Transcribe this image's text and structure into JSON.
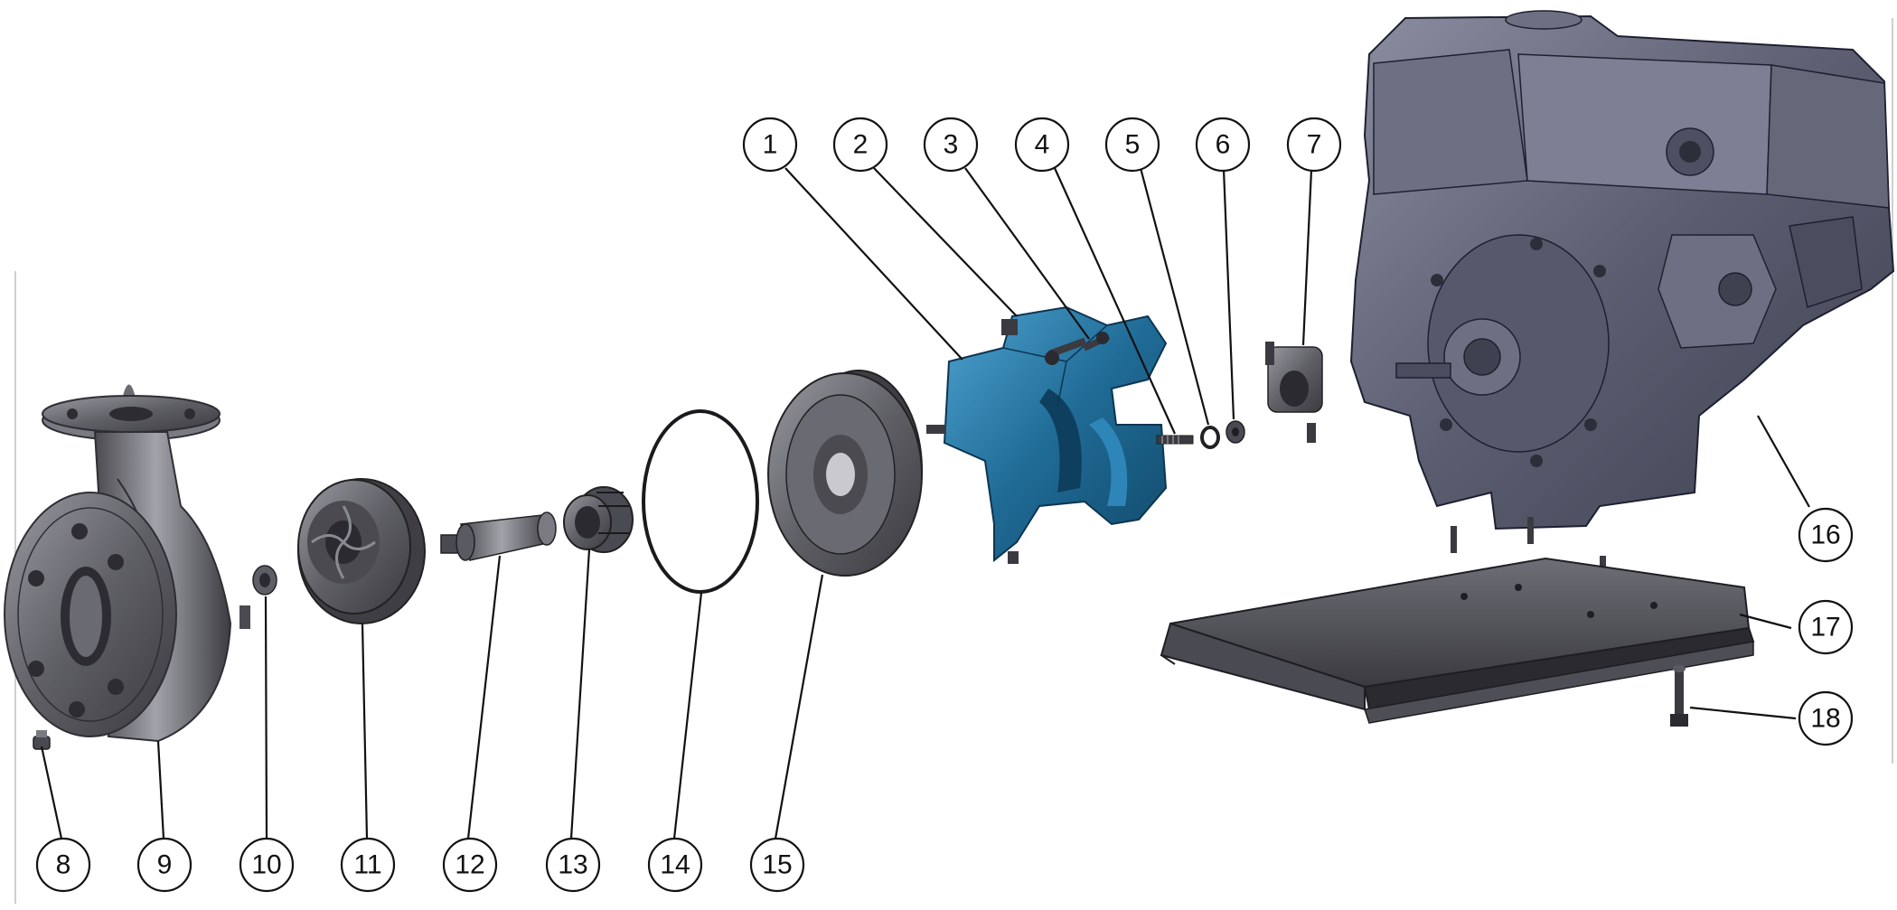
{
  "diagram": {
    "kind": "exploded-assembly",
    "balloons": [
      "1",
      "2",
      "3",
      "4",
      "5",
      "6",
      "7",
      "8",
      "9",
      "10",
      "11",
      "12",
      "13",
      "14",
      "15",
      "16",
      "17",
      "18"
    ]
  },
  "colors": {
    "background": "#ffffff",
    "metal": "#5b5b62",
    "metal_light": "#8d8d95",
    "metal_dark": "#34343a",
    "engine": "#55586a",
    "engine_light": "#7b7e90",
    "coupling_blue": "#1f6b96",
    "coupling_blue_light": "#3d8fbd",
    "line": "#111111"
  },
  "parts": {
    "part_1": "coupling-half-icon",
    "part_2": "bolt-icon",
    "part_3": "bolt-icon",
    "part_4": "stud-icon",
    "part_5": "washer-icon",
    "part_6": "nut-icon",
    "part_7": "clamp-icon",
    "part_8": "plug-icon",
    "part_9": "pump-casing-icon",
    "part_10": "nut-icon",
    "part_11": "impeller-icon",
    "part_12": "shaft-sleeve-icon",
    "part_13": "mechanical-seal-icon",
    "part_14": "o-ring-icon",
    "part_15": "seal-plate-icon",
    "part_16": "engine-icon",
    "part_17": "base-plate-icon",
    "part_18": "screw-icon"
  }
}
